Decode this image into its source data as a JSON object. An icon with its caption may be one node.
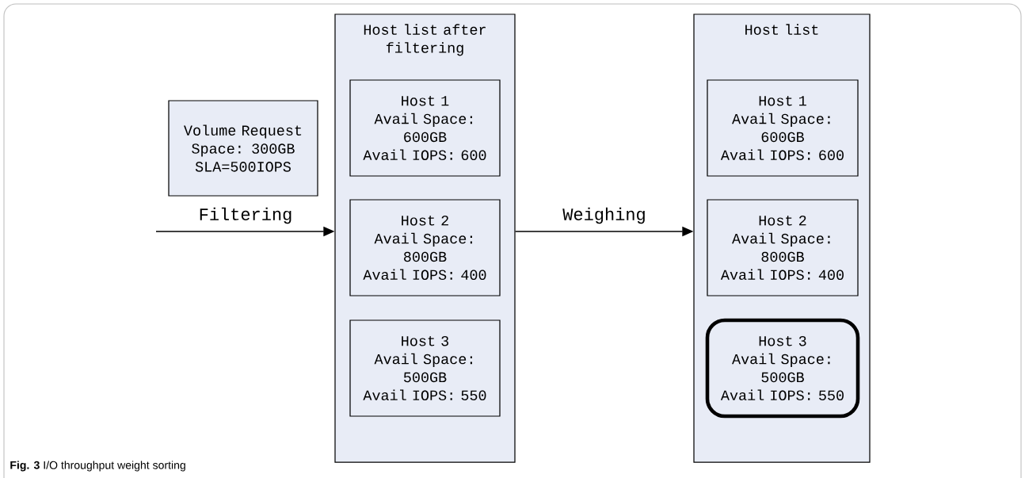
{
  "diagram": {
    "caption": "**Fig. 3** I/O throughput weight sorting",
    "nodes": [
      {
        "text": [
          "Volume Request",
          "Space: 300GB",
          "SLA=500IOPS"
        ]
      },
      {
        "text": [
          "Host list after filtering"
        ]
      },
      {
        "text": [
          "Host 1",
          "Avail Space: 600GB",
          "Avail IOPS: 600"
        ],
        "in": 1
      },
      {
        "text": [
          "Host 2",
          "Avail Space: 800GB",
          "Avail IOPS: 400"
        ],
        "in": 1
      },
      {
        "text": [
          "Host 3",
          "Avail Space: 500GB",
          "Avail IOPS: 550"
        ],
        "in": 1
      },
      {
        "text": [
          "Host list"
        ]
      },
      {
        "text": [
          "Host 1",
          "Avail Space: 600GB",
          "Avail IOPS: 600"
        ],
        "in": 5
      },
      {
        "text": [
          "Host 2",
          "Avail Space: 800GB",
          "Avail IOPS: 400"
        ],
        "in": 5
      },
      {
        "text": [
          "Host 3",
          "Avail Space: 500GB",
          "Avail IOPS: 550"
        ],
        "in": 5
      }
    ],
    "edges": [
      {
        "from": null,
        "to": 1,
        "arrow": "to",
        "label": "Filtering"
      },
      {
        "from": 1,
        "to": 5,
        "arrow": "to",
        "label": "Weighing"
      }
    ]
  }
}
